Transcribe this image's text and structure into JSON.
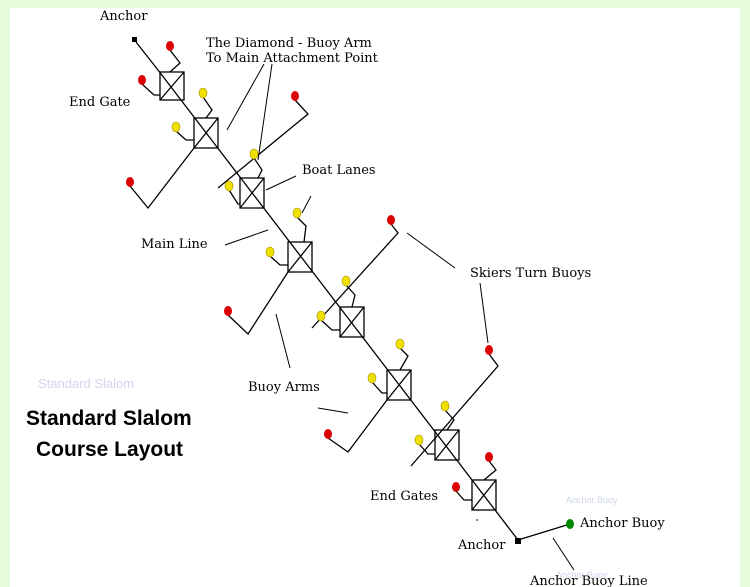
{
  "diagram": {
    "labels": {
      "anchor_top": "Anchor",
      "diamond_line1": "The Diamond - Buoy Arm",
      "diamond_line2": "To Main Attachment Point",
      "end_gate": "End Gate",
      "boat_lanes": "Boat Lanes",
      "main_line": "Main Line",
      "skiers_turn_buoys": "Skiers Turn Buoys",
      "buoy_arms": "Buoy Arms",
      "end_gates": "End Gates",
      "anchor_bottom": "Anchor",
      "anchor_buoy": "Anchor Buoy",
      "anchor_buoy_line": "Anchor Buoy Line"
    },
    "title": {
      "line1": "Standard Slalom",
      "line2": "Course Layout"
    },
    "watermarks": {
      "big": "Standard Slalom",
      "small1": "Anchor Buoy",
      "small2": "Anchor Buoy"
    },
    "colors": {
      "background": "#e6fbdc",
      "panel": "#ffffff",
      "turn_buoy": "#dd0000",
      "boat_lane_buoy": "#f0e000",
      "anchor_buoy": "#008800",
      "line": "#000000"
    }
  }
}
